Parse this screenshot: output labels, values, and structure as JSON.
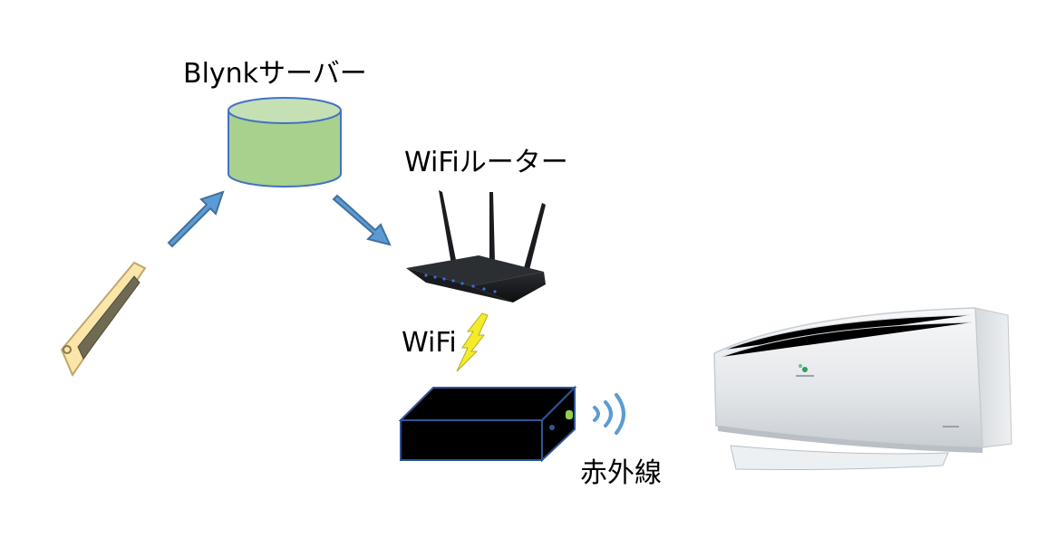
{
  "labels": {
    "server": "Blynkサーバー",
    "router": "WiFiルーター",
    "wifi_link": "WiFi",
    "infrared": "赤外線"
  },
  "colors": {
    "arrow": "#5b9bd5",
    "arrow_stroke": "#41719c",
    "database_fill": "#a9d18e",
    "database_top": "#c5e0b4",
    "database_stroke": "#4472c4",
    "phone_body": "#fbe5a8",
    "phone_screen": "#6f6a52",
    "lightning": "#f4ec2a",
    "box_fill": "#000000",
    "box_edge": "#2f5597",
    "led": "#92d050",
    "ir_wave": "#5b9bd5"
  },
  "icons": {
    "smartphone": "smartphone-icon",
    "server": "database-icon",
    "router": "router-icon",
    "wifi_bolt": "lightning-icon",
    "device": "ir-box-icon",
    "ir_signal": "ir-wave-icon",
    "air_conditioner": "air-conditioner-icon"
  }
}
